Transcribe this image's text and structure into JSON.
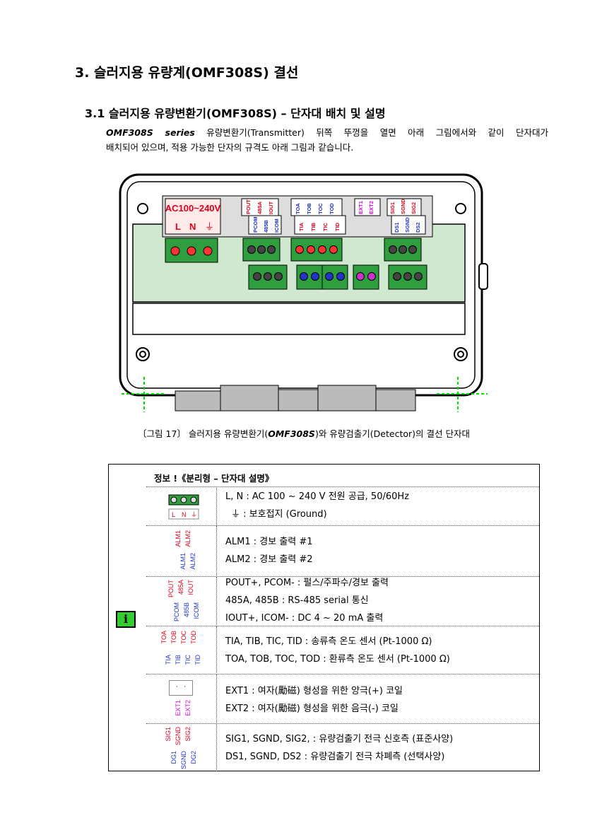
{
  "heading1": "3. 슬러지용 유량계(OMF308S) 결선",
  "heading2": "3.1 슬러지용 유량변환기(OMF308S) – 단자대 배치 및 설명",
  "intro": {
    "model": "OMF308S series",
    "line1_rest": " 유량변환기(Transmitter) 뒤쪽 뚜껑을 열면 아래 그림에서와 같이 단자대가",
    "line2": "배치되어 있으며, 적용 가능한 단자의 규격도 아래 그림과 같습니다."
  },
  "diagram": {
    "power_label": "AC100~240V",
    "power_terms": [
      "L",
      "N",
      "⏚"
    ],
    "group1_top": [
      "POUT",
      "485A",
      "IOUT"
    ],
    "group1_bot": [
      "PCOM",
      "485B",
      "ICOM"
    ],
    "group2_top": [
      "TOA",
      "TOB",
      "TOC",
      "TOD"
    ],
    "group2_bot": [
      "TIA",
      "TIB",
      "TIC",
      "TID"
    ],
    "group3_top": [
      "EXT1",
      "EXT2"
    ],
    "group4_top": [
      "SIG1",
      "SGND",
      "SIG2"
    ],
    "group4_bot": [
      "DS1",
      "SGND",
      "DS2"
    ]
  },
  "caption": {
    "pre": "〔그림 17〕 슬러지용 유량변환기(",
    "model": "OMF308S",
    "post": ")와 유량검출기(Detector)의 결선 단자대"
  },
  "info": {
    "title": "정보 !《분리형 – 단자대 설명》",
    "icon": "i",
    "rows": [
      {
        "thumb_top": [],
        "thumb_bot": [
          "L",
          "N",
          "⏚"
        ],
        "lines": [
          "L, N : AC 100 ~ 240 V 전원 공급, 50/60Hz",
          "⏚ : 보호접지 (Ground)"
        ]
      },
      {
        "thumb_top": [
          "ALM1",
          "ALM2"
        ],
        "thumb_bot": [
          "ALM1",
          "ALM2"
        ],
        "lines": [
          "ALM1 : 경보 출력 #1",
          "ALM2 : 경보 출력 #2"
        ]
      },
      {
        "thumb_top": [
          "POUT",
          "485A",
          "IOUT"
        ],
        "thumb_bot": [
          "PCOM",
          "485B",
          "ICOM"
        ],
        "lines": [
          "POUT+, PCOM- : 펄스/주파수/경보 출력",
          "485A, 485B : RS-485 serial 통신",
          "IOUT+, ICOM- : DC 4 ~ 20 mA 출력"
        ]
      },
      {
        "thumb_top": [
          "TOA",
          "TOB",
          "TOC",
          "TOD"
        ],
        "thumb_bot": [
          "TIA",
          "TIB",
          "TIC",
          "TID"
        ],
        "lines": [
          "TIA, TIB, TIC, TID : 송류측 온도 센서 (Pt-1000 Ω)",
          "TOA, TOB, TOC, TOD : 환류측 온도 센서 (Pt-1000 Ω)"
        ]
      },
      {
        "thumb_top": [
          "·",
          "·"
        ],
        "thumb_bot": [
          "EXT1",
          "EXT2"
        ],
        "lines": [
          "EXT1 : 여자(勵磁) 형성을 위한 양극(+) 코일",
          "EXT2 : 여자(勵磁) 형성을 위한 음극(-) 코일"
        ]
      },
      {
        "thumb_top": [
          "SIG1",
          "SGND",
          "SIG2"
        ],
        "thumb_bot": [
          "DG1",
          "SGND",
          "DG2"
        ],
        "lines": [
          "SIG1, SGND, SIG2, : 유량검출기 전극 신호측 (표준사양)",
          "DS1, SGND, DS2 : 유량검출기 전극 차폐측 (선택사양)"
        ]
      }
    ]
  }
}
